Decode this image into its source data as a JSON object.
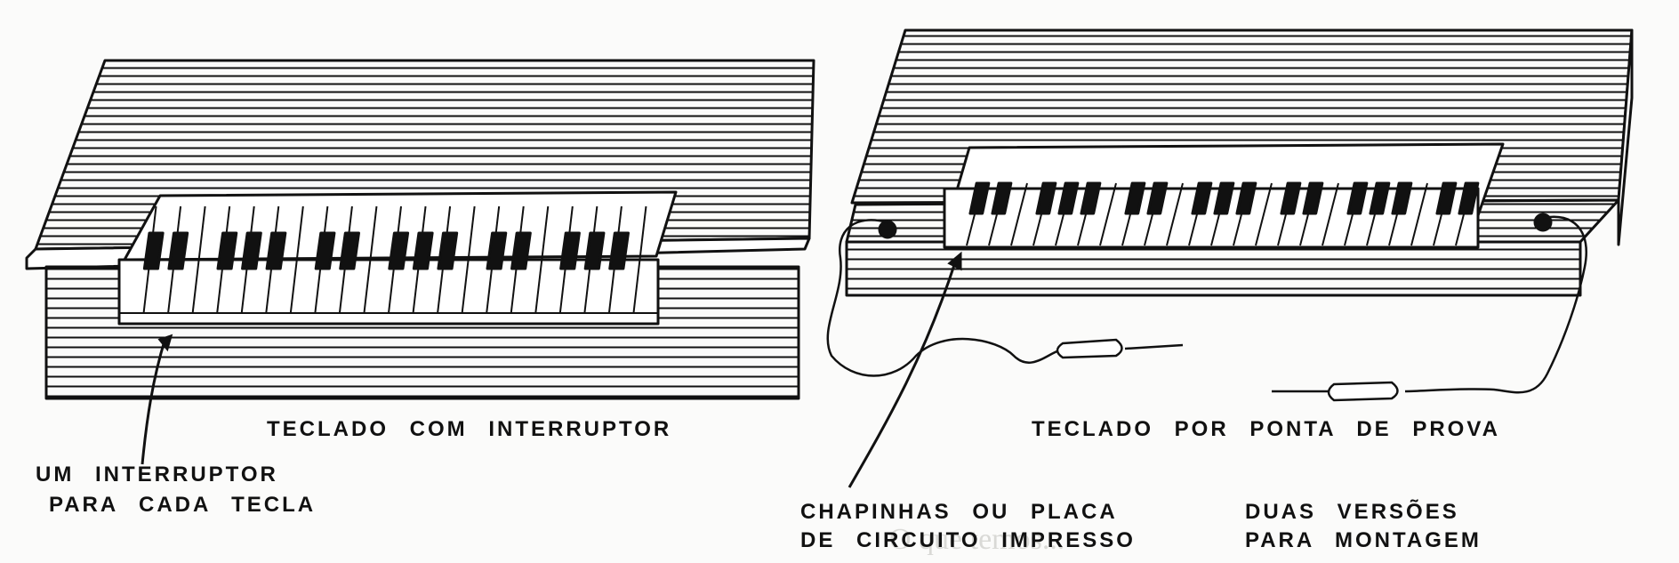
{
  "figure": {
    "left_caption": "TECLADO COM INTERRUPTOR",
    "left_callout": [
      "UM INTERRUPTOR",
      "PARA CADA TECLA"
    ],
    "right_caption": "TECLADO POR PONTA DE PROVA",
    "right_callout": [
      "CHAPINHAS OU PLACA",
      "DE CIRCUITO IMPRESSO"
    ],
    "right_note": [
      "DUAS VERSÕES",
      "PARA MONTAGEM"
    ],
    "bleed_through": "O que temos..."
  },
  "colors": {
    "ink": "#111111",
    "paper": "#fbfbfa",
    "ghost": "#d9d9d6"
  }
}
